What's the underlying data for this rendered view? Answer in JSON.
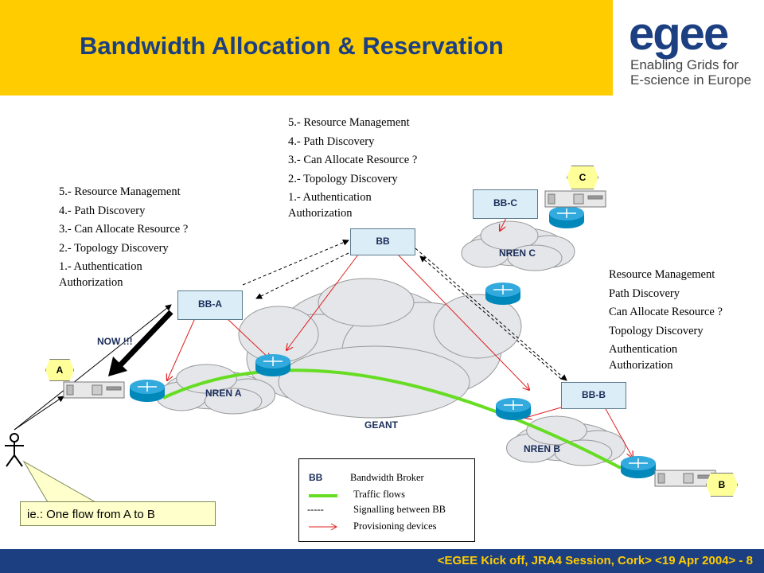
{
  "title": "Bandwidth Allocation & Reservation",
  "logo": {
    "word": "egee",
    "line1": "Enabling Grids for",
    "line2": "E-science in Europe"
  },
  "steps_center": [
    "5.- Resource Management",
    "4.- Path Discovery",
    "3.- Can Allocate Resource ?",
    "2.- Topology Discovery",
    "1.- Authentication",
    "Authorization"
  ],
  "steps_left": [
    "5.- Resource Management",
    "4.- Path Discovery",
    "3.- Can Allocate Resource ?",
    "2.- Topology Discovery",
    "1.- Authentication",
    "Authorization"
  ],
  "steps_right": [
    "Resource Management",
    "Path Discovery",
    "Can Allocate Resource ?",
    "Topology Discovery",
    "Authentication",
    "Authorization"
  ],
  "nodes": {
    "bb": "BB",
    "bb_a": "BB-A",
    "bb_b": "BB-B",
    "bb_c": "BB-C",
    "a": "A",
    "b": "B",
    "c": "C"
  },
  "networks": {
    "nren_a": "NREN A",
    "nren_b": "NREN B",
    "nren_c": "NREN C",
    "geant": "GEANT"
  },
  "now_label": "NOW !!!",
  "callout": "ie.: One flow from A to B",
  "legend": {
    "bb_abbr": "BB",
    "bb_desc": "Bandwidth Broker",
    "traffic": "Traffic flows",
    "signalling_dash": "-----",
    "signalling": "Signalling between BB",
    "provisioning": "Provisioning devices"
  },
  "footer": "<EGEE Kick off, JRA4 Session, Cork> <19 Apr 2004> - 8",
  "colors": {
    "header": "#ffcc00",
    "title": "#1c3f82",
    "footer": "#1c3f82",
    "footer_text": "#ffcc00",
    "traffic": "#66dd22",
    "provisioning": "#e02020"
  }
}
